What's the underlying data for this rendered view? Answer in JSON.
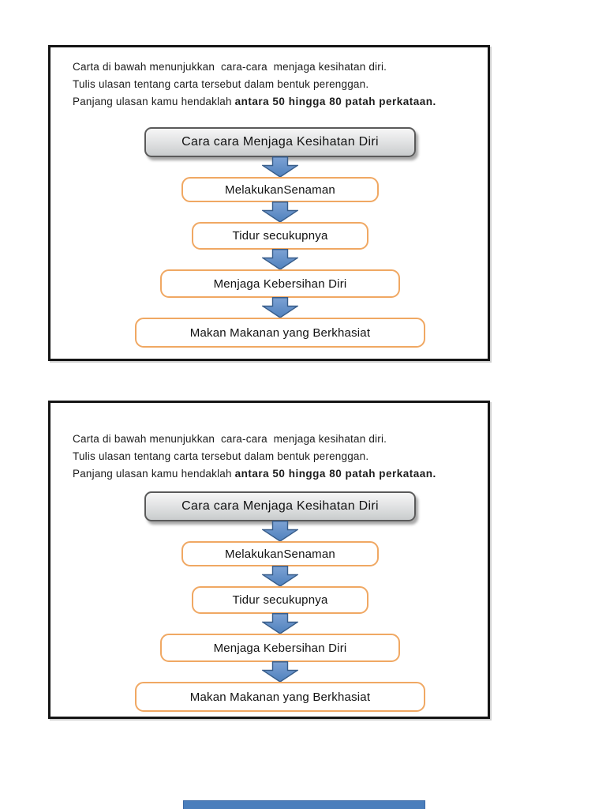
{
  "panels": [
    {
      "instructions": {
        "line1": "Carta di bawah menunjukkan  cara-cara  menjaga kesihatan diri.",
        "line2": "Tulis ulasan tentang carta tersebut dalam bentuk perenggan.",
        "line3_normal": "Panjang ulasan kamu hendaklah ",
        "line3_bold": "antara 50 hingga 80 patah perkataan."
      },
      "chart": {
        "title": "Cara cara Menjaga Kesihatan Diri",
        "steps": [
          "MelakukanSenaman",
          "Tidur secukupnya",
          "Menjaga Kebersihan Diri",
          "Makan Makanan yang Berkhasiat"
        ]
      }
    },
    {
      "instructions": {
        "line1": "Carta di bawah menunjukkan  cara-cara  menjaga kesihatan diri.",
        "line2": "Tulis ulasan tentang carta tersebut dalam bentuk perenggan.",
        "line3_normal": "Panjang ulasan kamu hendaklah ",
        "line3_bold": "antara 50 hingga 80 patah perkataan."
      },
      "chart": {
        "title": "Cara cara Menjaga Kesihatan Diri",
        "steps": [
          "MelakukanSenaman",
          "Tidur secukupnya",
          "Menjaga Kebersihan Diri",
          "Makan Makanan yang Berkhasiat"
        ]
      }
    }
  ],
  "colors": {
    "arrow_fill": "#4f81bd",
    "arrow_border": "#385d8a",
    "step_border_orange": "#f0a863",
    "title_box_border": "#5a5a5a",
    "panel_border": "#151515",
    "bottom_fragment_blue": "#4a7ebc"
  }
}
